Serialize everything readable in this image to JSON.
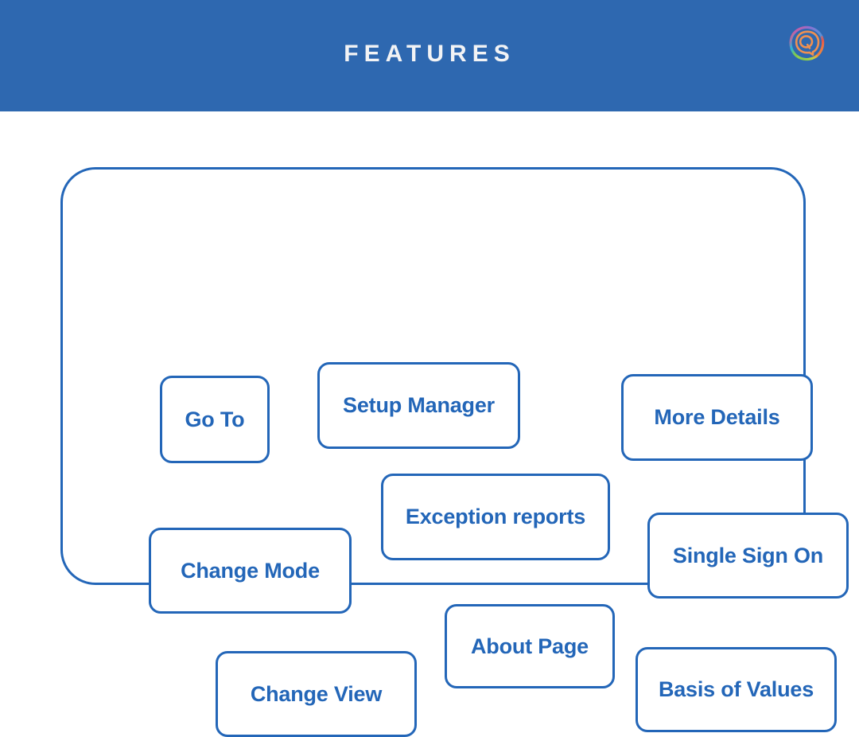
{
  "header": {
    "title": "FEATURES",
    "band_color": "#2e68b0",
    "title_color": "#f2f3f5",
    "logo": {
      "icon_name": "q-logo-icon",
      "ring_colors": [
        "#e0578f",
        "#8f6fd0",
        "#5b8fd6",
        "#e6564a",
        "#f08a3c",
        "#b5d44a",
        "#29b6d8"
      ],
      "glyph_color": "#f09050"
    }
  },
  "main": {
    "container_border_color": "#2366b8",
    "box_border_color": "#2366b8",
    "box_text_color": "#2366b8",
    "boxes": [
      {
        "id": "go-to",
        "label": "Go To"
      },
      {
        "id": "setup-manager",
        "label": "Setup Manager"
      },
      {
        "id": "more-details",
        "label": "More Details"
      },
      {
        "id": "exception-reports",
        "label": "Exception reports"
      },
      {
        "id": "change-mode",
        "label": "Change Mode"
      },
      {
        "id": "single-sign-on",
        "label": "Single Sign On"
      },
      {
        "id": "about-page",
        "label": "About Page"
      },
      {
        "id": "change-view",
        "label": "Change View"
      },
      {
        "id": "basis-of-values",
        "label": "Basis of Values"
      }
    ]
  }
}
